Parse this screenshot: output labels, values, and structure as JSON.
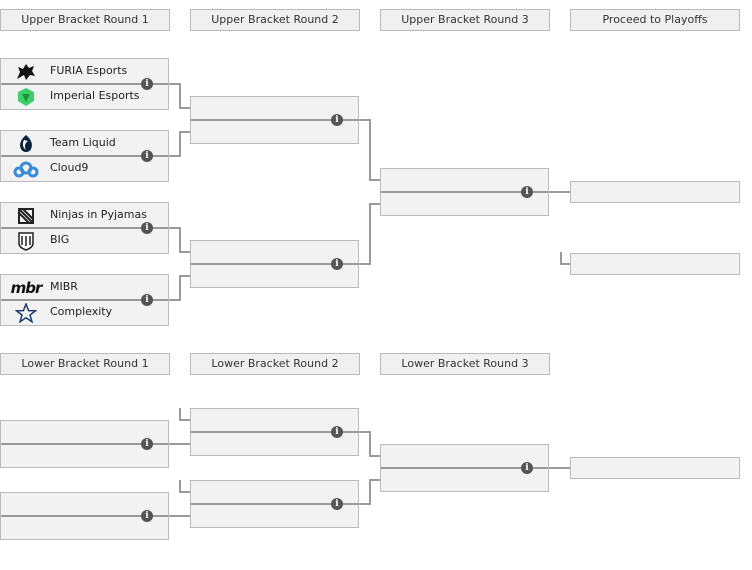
{
  "headers": {
    "ub_r1": "Upper Bracket Round 1",
    "ub_r2": "Upper Bracket Round 2",
    "ub_r3": "Upper Bracket Round 3",
    "playoffs": "Proceed to Playoffs",
    "lb_r1": "Lower Bracket Round 1",
    "lb_r2": "Lower Bracket Round 2",
    "lb_r3": "Lower Bracket Round 3"
  },
  "ub_r1": [
    {
      "team1": "FURIA Esports",
      "team1_icon": "furia-logo-icon",
      "team2": "Imperial Esports",
      "team2_icon": "imperial-logo-icon"
    },
    {
      "team1": "Team Liquid",
      "team1_icon": "liquid-logo-icon",
      "team2": "Cloud9",
      "team2_icon": "cloud9-logo-icon"
    },
    {
      "team1": "Ninjas in Pyjamas",
      "team1_icon": "nip-logo-icon",
      "team2": "BIG",
      "team2_icon": "big-logo-icon"
    },
    {
      "team1": "MIBR",
      "team1_icon": "mibr-logo-icon",
      "team2": "Complexity",
      "team2_icon": "complexity-logo-icon"
    }
  ],
  "colors": {
    "line": "#9a9a9a",
    "box_bg": "#f2f2f2",
    "border": "#bbbbbb",
    "info": "#555555"
  },
  "info_glyph": "i",
  "mibr_text": "mbr"
}
